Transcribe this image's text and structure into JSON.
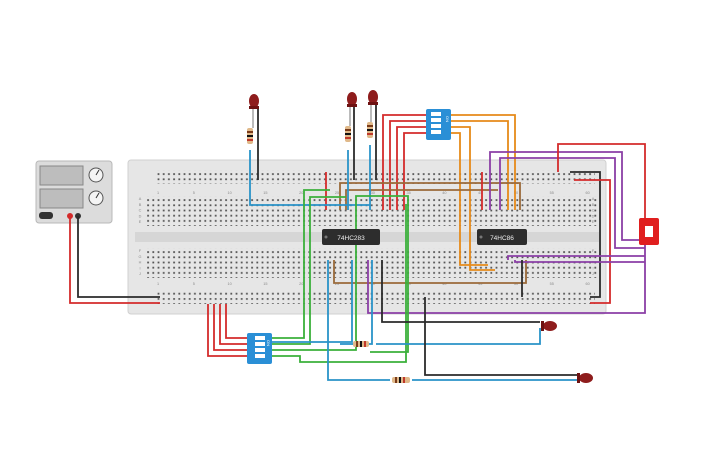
{
  "chips": [
    {
      "id": "adder",
      "label": "74HC283"
    },
    {
      "id": "xor",
      "label": "74HC86"
    }
  ],
  "dip_switches": [
    {
      "id": "dip-top",
      "header": "ON",
      "positions": [
        "1",
        "2",
        "3",
        "4"
      ]
    },
    {
      "id": "dip-bottom",
      "header": "ON",
      "positions": [
        "1",
        "2",
        "3",
        "4"
      ]
    }
  ],
  "breadboard": {
    "column_numbers": [
      "1",
      "5",
      "10",
      "15",
      "20",
      "25",
      "30",
      "35",
      "40",
      "45",
      "50",
      "55",
      "60"
    ],
    "row_letters_top": [
      "A",
      "B",
      "C",
      "D",
      "E"
    ],
    "row_letters_bottom": [
      "F",
      "G",
      "H",
      "I",
      "J"
    ]
  },
  "colors": {
    "red": "#d42b2b",
    "black": "#2b2b2b",
    "blue": "#2a93c8",
    "green": "#3bb03b",
    "orange": "#e68a1a",
    "purple": "#8b3fa6",
    "brown": "#9a6a3a",
    "led": "#8e1c1c",
    "chip": "#2d2d2d",
    "dip": "#2a8fd6",
    "switch": "#e01f1f",
    "board": "#e4e4e4"
  }
}
